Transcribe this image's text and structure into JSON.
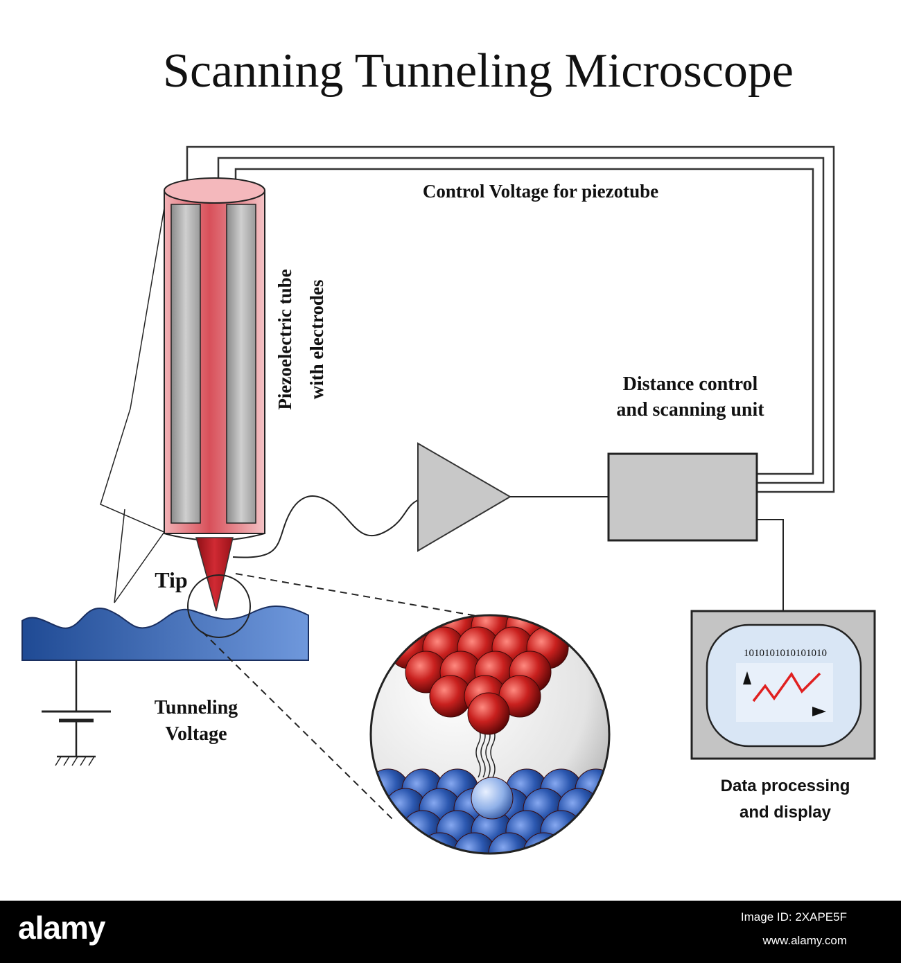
{
  "title": "Scanning Tunneling Microscope",
  "labels": {
    "control_voltage": "Control Voltage for piezotube",
    "piezo_line1": "Piezoelectric tube",
    "piezo_line2": "with electrodes",
    "distance_line1": "Distance control",
    "distance_line2": "and scanning unit",
    "tip": "Tip",
    "tunneling_line1": "Tunneling",
    "tunneling_line2": "Voltage",
    "data_line1": "Data processing",
    "data_line2": "and display"
  },
  "display": {
    "binary": "1010101010101010"
  },
  "colors": {
    "tube_red": "#d8505a",
    "tip_red": "#c0202a",
    "surface_blue": "#2f5ea8",
    "atom_red": "#c42020",
    "atom_blue": "#2c58b0",
    "box_gray": "#c8c8c8",
    "graph_line": "#e02020"
  },
  "watermark": {
    "logo": "alamy",
    "image_id": "Image ID: 2XAPE5F",
    "url": "www.alamy.com"
  }
}
